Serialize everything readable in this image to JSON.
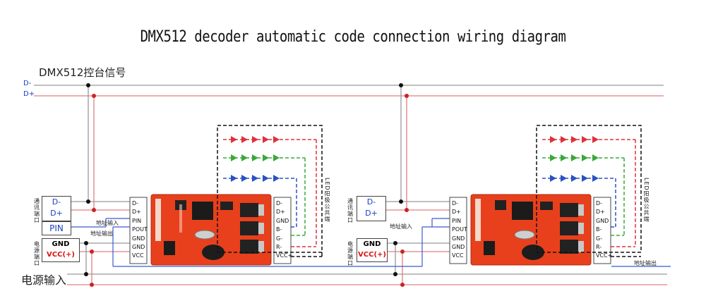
{
  "title": "DMX512 decoder automatic code connection wiring diagram",
  "signal_label": "DMX512控台信号",
  "bus": {
    "d_minus": "D-",
    "d_plus": "D+"
  },
  "power_input_label": "电源输入",
  "unit1": {
    "comm_port_label": "通讯端口",
    "power_port_label": "电源端口",
    "terminal_d_minus": "D-",
    "terminal_d_plus": "D+",
    "pin_label": "PIN",
    "gnd_label": "GND",
    "vcc_label": "VCC(+)",
    "address_in_label": "地址输入",
    "address_out_label": "地址输出",
    "left_pins": [
      "D-",
      "D+",
      "PIN",
      "POUT",
      "GND",
      "GND",
      "VCC"
    ],
    "right_pins": [
      "D-",
      "D+",
      "GND",
      "B-",
      "G-",
      "R-",
      "VCC+"
    ],
    "led_common_label": "LED阳极公共端"
  },
  "unit2": {
    "comm_port_label": "通讯端口",
    "power_port_label": "电源端口",
    "terminal_d_minus": "D-",
    "terminal_d_plus": "D+",
    "gnd_label": "GND",
    "vcc_label": "VCC(+)",
    "address_in_label": "地址输入",
    "address_out_label": "地址输出",
    "left_pins": [
      "D-",
      "D+",
      "PIN",
      "POUT",
      "GND",
      "GND",
      "VCC"
    ],
    "right_pins": [
      "D-",
      "D+",
      "GND",
      "B-",
      "G-",
      "R-",
      "VCC+"
    ],
    "led_common_label": "LED阳极公共端"
  },
  "colors": {
    "bus_dminus": "#888888",
    "bus_dplus": "#e07070",
    "led_red": "#e0303a",
    "led_green": "#3aa83a",
    "led_blue": "#2a52c0",
    "board": "#e8401c"
  }
}
